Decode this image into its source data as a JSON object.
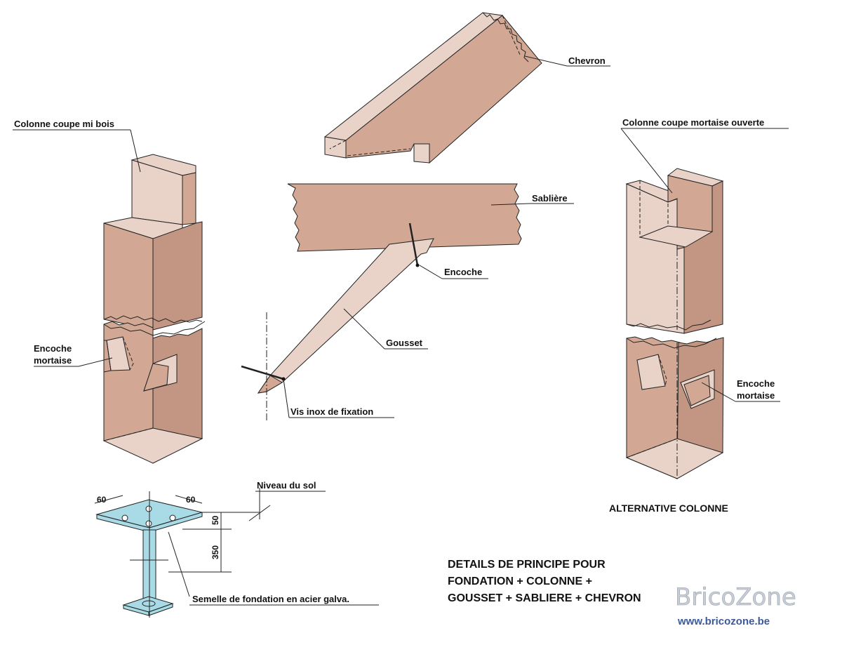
{
  "labels": {
    "chevron": "Chevron",
    "colonne_mi_bois": "Colonne coupe mi bois",
    "colonne_mortaise": "Colonne  coupe mortaise ouverte",
    "sabliere": "Sablière",
    "encoche": "Encoche",
    "gousset": "Gousset",
    "vis": "Vis inox de fixation",
    "encoche_mortaise_left_1": "Encoche",
    "encoche_mortaise_left_2": "mortaise",
    "encoche_mortaise_right_1": "Encoche",
    "encoche_mortaise_right_2": "mortaise",
    "niveau_sol": "Niveau du sol",
    "semelle": "Semelle de fondation en acier galva.",
    "alternative": "ALTERNATIVE COLONNE"
  },
  "dimensions": {
    "d60_left": "60",
    "d60_right": "60",
    "d50": "50",
    "d350": "350"
  },
  "title": {
    "line1": "DETAILS DE PRINCIPE POUR",
    "line2": "FONDATION + COLONNE +",
    "line3": "GOUSSET + SABLIERE + CHEVRON"
  },
  "watermark": {
    "brand": "BricoZone",
    "url": "www.bricozone.be"
  },
  "colors": {
    "wood": "#d2a894",
    "wood_light": "#e9d2c8",
    "steel": "#a9dbe6"
  }
}
